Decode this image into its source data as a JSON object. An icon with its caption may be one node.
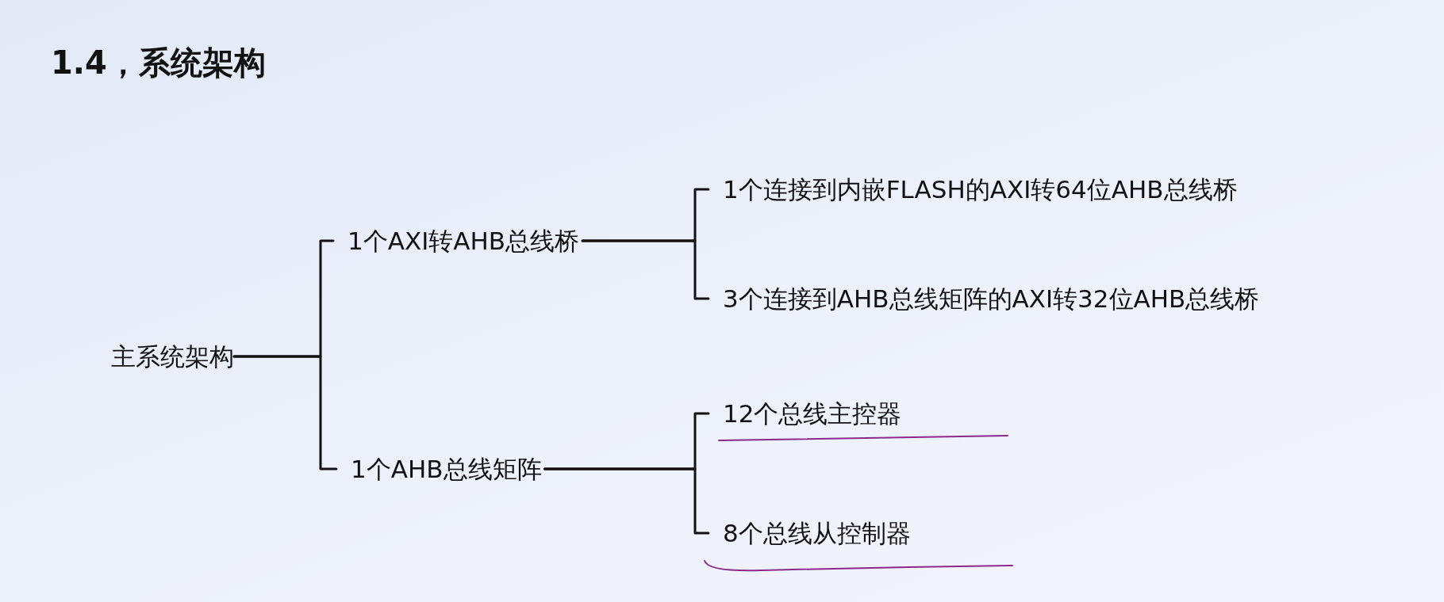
{
  "diagram": {
    "title": "1.4，系统架构",
    "nodes": [
      {
        "text": [
          "主系统架构"
        ]
      },
      {
        "text": [
          "1个AXI转AHB总线桥"
        ]
      },
      {
        "text": [
          "1个AHB总线矩阵"
        ]
      },
      {
        "text": [
          "1个连接到内嵌FLASH的AXI转64位AHB总线桥"
        ]
      },
      {
        "text": [
          "3个连接到AHB总线矩阵的AXI转32位AHB总线桥"
        ]
      },
      {
        "text": [
          "12个总线主控器"
        ]
      },
      {
        "text": [
          "8个总线从控制器"
        ]
      }
    ],
    "edges": [
      {
        "from": 0,
        "to": 1,
        "arrow": "none"
      },
      {
        "from": 0,
        "to": 2,
        "arrow": "none"
      },
      {
        "from": 1,
        "to": 3,
        "arrow": "none"
      },
      {
        "from": 1,
        "to": 4,
        "arrow": "none"
      },
      {
        "from": 2,
        "to": 5,
        "arrow": "none"
      },
      {
        "from": 2,
        "to": 6,
        "arrow": "none"
      }
    ]
  }
}
